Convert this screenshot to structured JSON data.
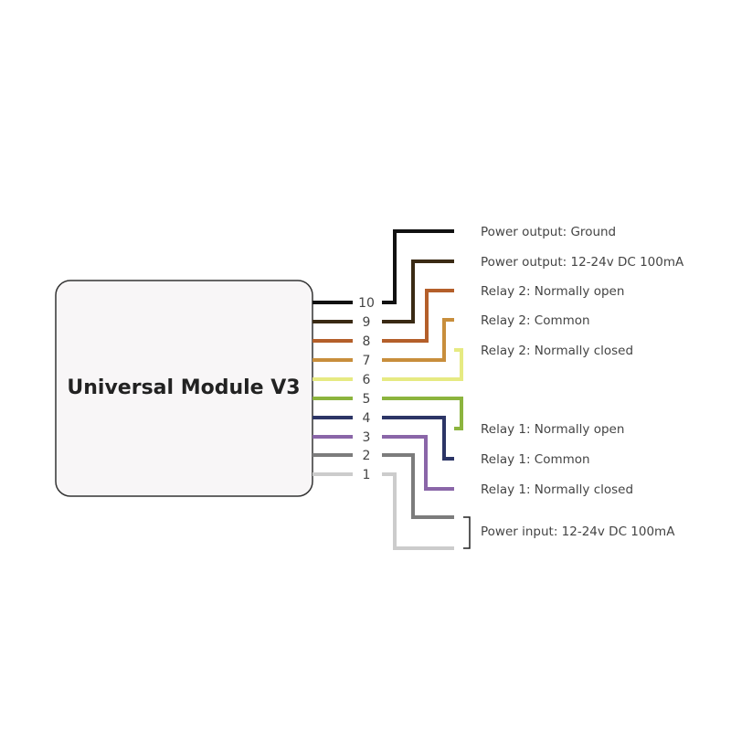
{
  "module": {
    "title": "Universal Module V3"
  },
  "wires": [
    {
      "pin": "10",
      "color": "#111111",
      "label": "Power output: Ground"
    },
    {
      "pin": "9",
      "color": "#3a2a14",
      "label": "Power output: 12-24v DC 100mA"
    },
    {
      "pin": "8",
      "color": "#b45f2a",
      "label": "Relay 2: Normally open"
    },
    {
      "pin": "7",
      "color": "#c88e3c",
      "label": "Relay 2: Common"
    },
    {
      "pin": "6",
      "color": "#e6ea82",
      "label": "Relay 2: Normally closed"
    },
    {
      "pin": "5",
      "color": "#8cb43e",
      "label": "Relay 1: Normally open"
    },
    {
      "pin": "4",
      "color": "#2c3566",
      "label": "Relay 1: Common"
    },
    {
      "pin": "3",
      "color": "#8a66a8",
      "label": "Relay 1: Normally closed"
    },
    {
      "pin": "2",
      "color": "#7c7c7c",
      "label": ""
    },
    {
      "pin": "1",
      "color": "#cccccc",
      "label": ""
    }
  ],
  "power_input_label": "Power input: 12-24v DC 100mA"
}
